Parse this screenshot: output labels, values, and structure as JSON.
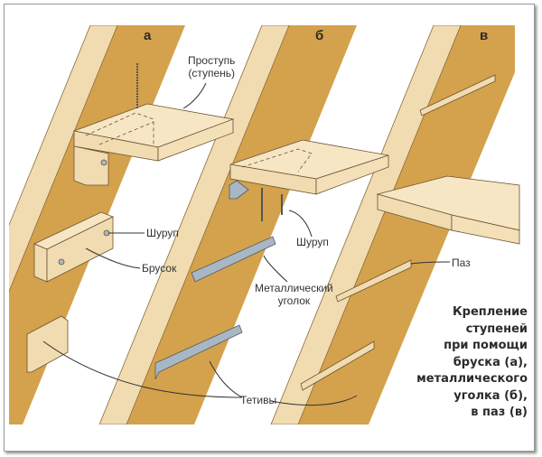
{
  "section_letters": {
    "a": "а",
    "b": "б",
    "c": "в"
  },
  "labels": {
    "tread": [
      "Проступь",
      "(ступень)"
    ],
    "screw_a": "Шуруп",
    "block": "Брусок",
    "screw_b": "Шуруп",
    "metal_angle": [
      "Металлический",
      "уголок"
    ],
    "groove": "Паз",
    "stringers": "Тетивы"
  },
  "caption": [
    "Крепление",
    "ступеней",
    "при помощи",
    "бруска (а),",
    "металлического",
    "уголка (б),",
    "в паз (в)"
  ],
  "colors": {
    "wood_dark": "#d4a24c",
    "wood_light": "#f1dcb1",
    "metal": "#a9b6c3"
  }
}
